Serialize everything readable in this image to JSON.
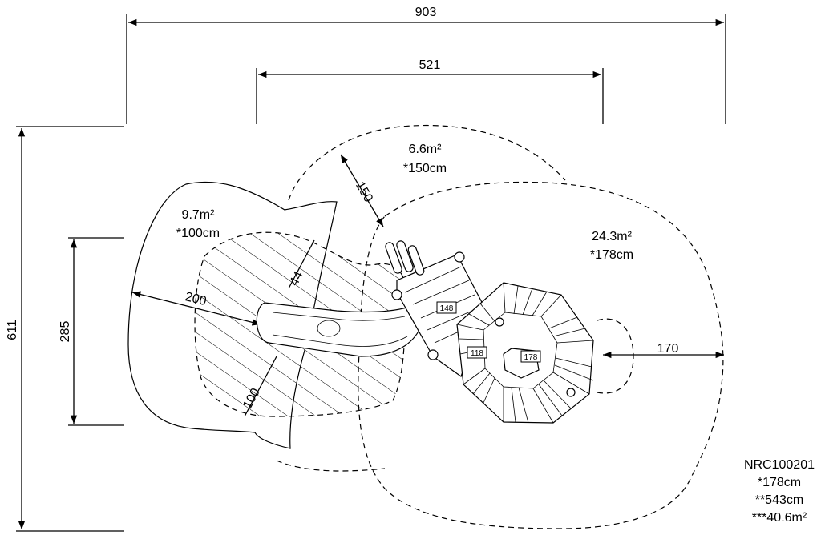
{
  "dimensions": {
    "overall_width": "903",
    "inner_width": "521",
    "overall_depth": "611",
    "inner_depth": "285",
    "d150": "150",
    "d200": "200",
    "d44": "44",
    "d100": "100",
    "d170": "170"
  },
  "zones": [
    {
      "area": "9.7m²",
      "height": "*100cm"
    },
    {
      "area": "6.6m²",
      "height": "*150cm"
    },
    {
      "area": "24.3m²",
      "height": "*178cm"
    }
  ],
  "platform_labels": [
    "148",
    "118",
    "178"
  ],
  "product": {
    "code": "NRC100201",
    "height": "*178cm",
    "length": "**543cm",
    "area": "***40.6m²"
  }
}
